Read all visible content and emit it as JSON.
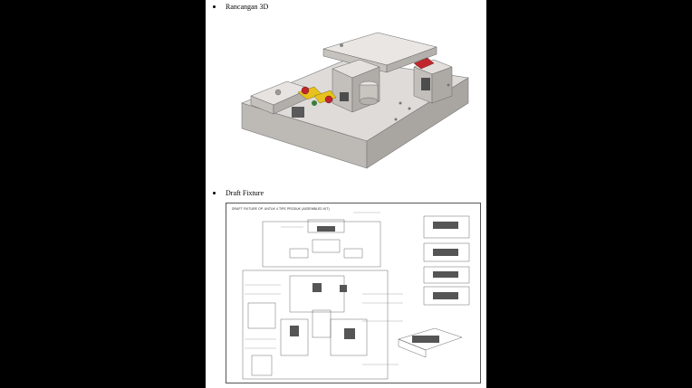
{
  "sections": {
    "design_3d": {
      "label": "Rancangan 3D"
    },
    "draft": {
      "label": "Draft Fixture",
      "sheet_title": "DRAFT FIXTURE OP. UNTUK 4 TIPE PRODUK (ASSEMBLED KIT)"
    }
  },
  "colors": {
    "background": "#000000",
    "page": "#ffffff",
    "fixture_grey": "#d9d6d3",
    "clamp_yellow": "#e8c21c",
    "clamp_red": "#c0272d"
  }
}
